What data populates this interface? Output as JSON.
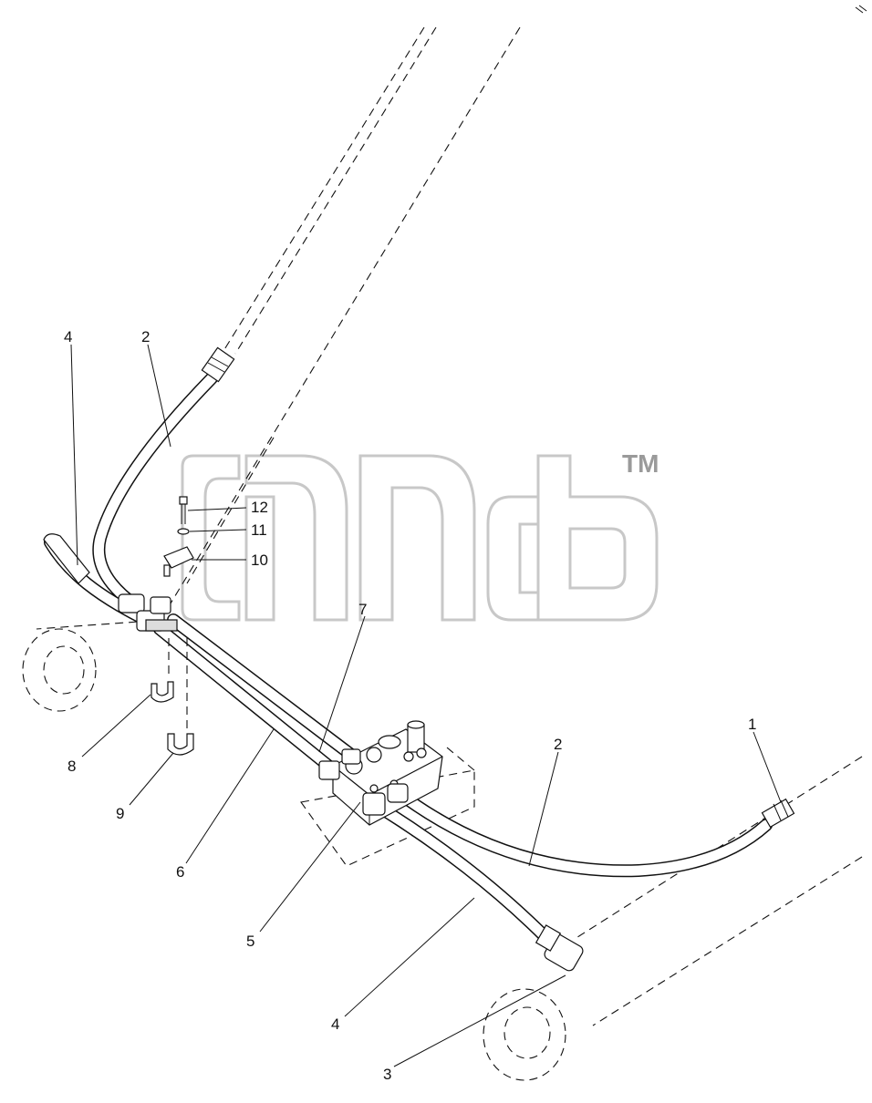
{
  "watermark": {
    "trademark": "TM"
  },
  "callouts": [
    {
      "id": "c-4-top",
      "label": "4"
    },
    {
      "id": "c-2-top",
      "label": "2"
    },
    {
      "id": "c-12",
      "label": "12"
    },
    {
      "id": "c-11",
      "label": "11"
    },
    {
      "id": "c-10",
      "label": "10"
    },
    {
      "id": "c-7",
      "label": "7"
    },
    {
      "id": "c-1",
      "label": "1"
    },
    {
      "id": "c-2-right",
      "label": "2"
    },
    {
      "id": "c-8",
      "label": "8"
    },
    {
      "id": "c-9",
      "label": "9"
    },
    {
      "id": "c-6",
      "label": "6"
    },
    {
      "id": "c-5",
      "label": "5"
    },
    {
      "id": "c-4-bottom",
      "label": "4"
    },
    {
      "id": "c-3",
      "label": "3"
    }
  ]
}
